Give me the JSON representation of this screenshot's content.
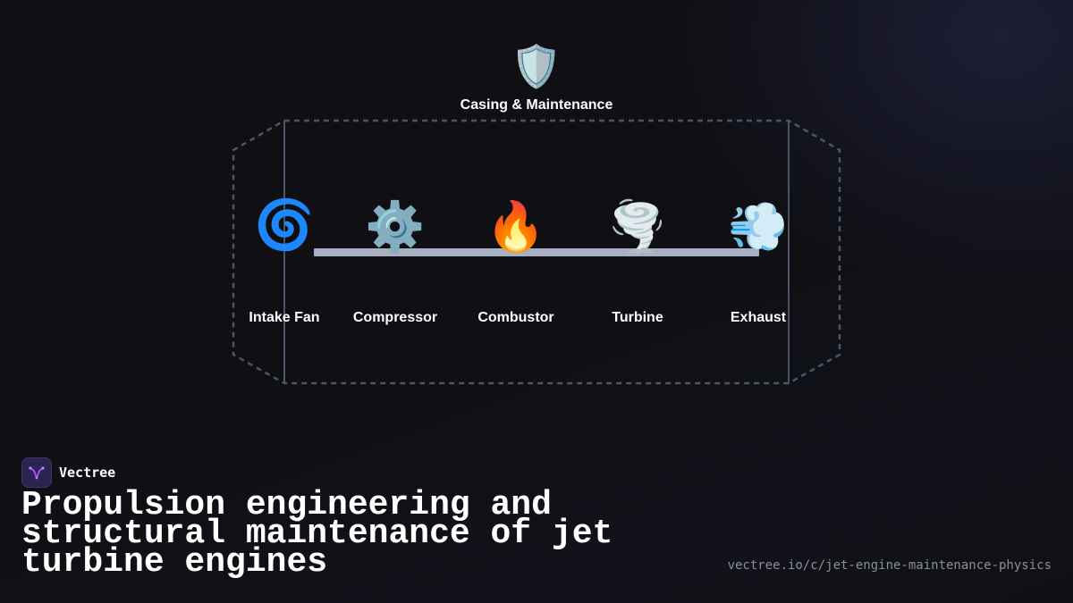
{
  "diagram": {
    "top": {
      "icon": "🛡️",
      "icon_name": "shield-icon",
      "label": "Casing & Maintenance"
    },
    "stages": [
      {
        "id": "intake-fan",
        "icon": "🌀",
        "icon_name": "cyclone-icon",
        "label": "Intake Fan"
      },
      {
        "id": "compressor",
        "icon": "⚙️",
        "icon_name": "gear-icon",
        "label": "Compressor"
      },
      {
        "id": "combustor",
        "icon": "🔥",
        "icon_name": "fire-icon",
        "label": "Combustor"
      },
      {
        "id": "turbine",
        "icon": "🌪️",
        "icon_name": "tornado-icon",
        "label": "Turbine"
      },
      {
        "id": "exhaust",
        "icon": "💨",
        "icon_name": "dash-icon",
        "label": "Exhaust"
      }
    ],
    "colors": {
      "casing_stroke": "#4a5568",
      "shaft": "#a7b0c2"
    }
  },
  "footer": {
    "brand_name": "Vectree",
    "title": "Propulsion engineering and structural maintenance of jet turbine engines",
    "url": "vectree.io/c/jet-engine-maintenance-physics",
    "colors": {
      "logo_bg": "#2a2550",
      "logo_mark": "#a855f7"
    }
  }
}
